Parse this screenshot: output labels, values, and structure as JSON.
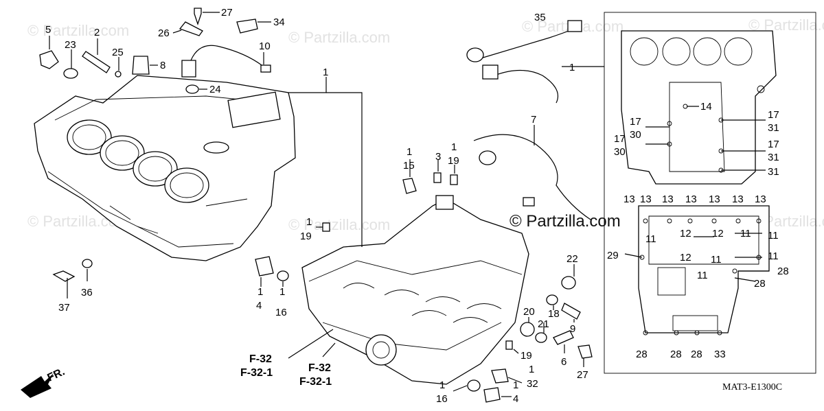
{
  "watermark": {
    "text": "© Partzilla.com",
    "color": "#e2e2e2"
  },
  "watermark_main": "© Partzilla.com",
  "diagram_code": "MAT3-E1300C",
  "direction_label": "FR.",
  "refs": {
    "f32": "F-32",
    "f321": "F-32-1"
  },
  "callouts": {
    "c1": "1",
    "c2": "2",
    "c3": "3",
    "c4": "4",
    "c5": "5",
    "c6": "6",
    "c7": "7",
    "c8": "8",
    "c9": "9",
    "c10": "10",
    "c11": "11",
    "c12": "12",
    "c13": "13",
    "c14": "14",
    "c15": "15",
    "c16": "16",
    "c17": "17",
    "c18": "18",
    "c19": "19",
    "c20": "20",
    "c21": "21",
    "c22": "22",
    "c23": "23",
    "c24": "24",
    "c25": "25",
    "c26": "26",
    "c27": "27",
    "c28": "28",
    "c29": "29",
    "c30": "30",
    "c31": "31",
    "c32": "32",
    "c33": "33",
    "c34": "34",
    "c35": "35",
    "c36": "36",
    "c37": "37"
  }
}
